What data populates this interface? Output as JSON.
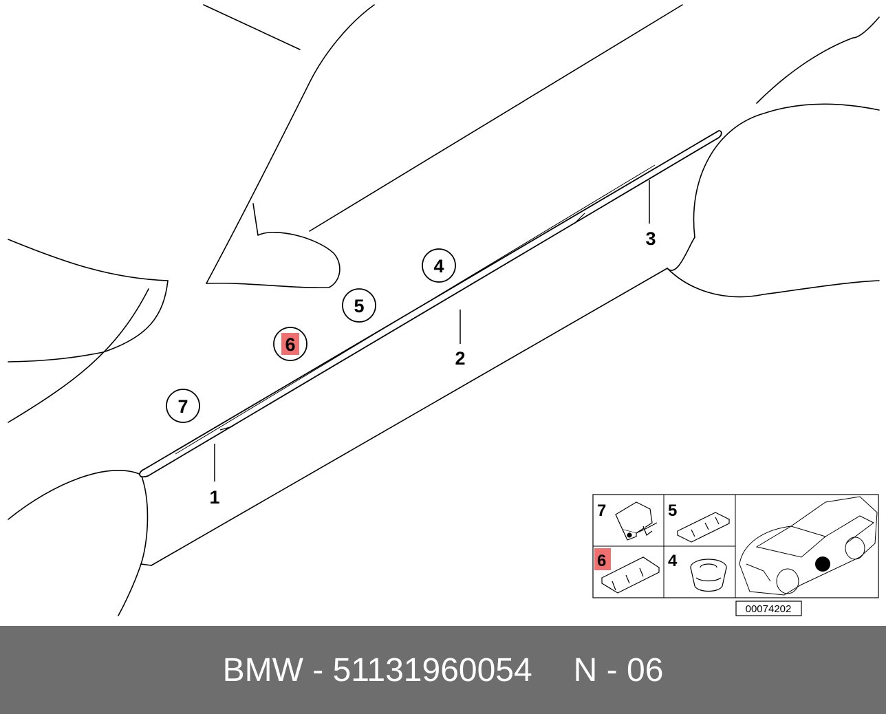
{
  "diagram": {
    "labels": {
      "l1": "1",
      "l2": "2",
      "l3": "3"
    },
    "callouts": {
      "c4": "4",
      "c5": "5",
      "c6": "6",
      "c7": "7"
    },
    "highlight_color": "#f07070",
    "inset": {
      "p7": "7",
      "p5": "5",
      "p6": "6",
      "p4": "4",
      "reference_code": "00074202"
    }
  },
  "footer": {
    "brand": "BMW",
    "separator": "-",
    "part_number": "51131960054",
    "position_label": "N",
    "position_value": "06"
  }
}
